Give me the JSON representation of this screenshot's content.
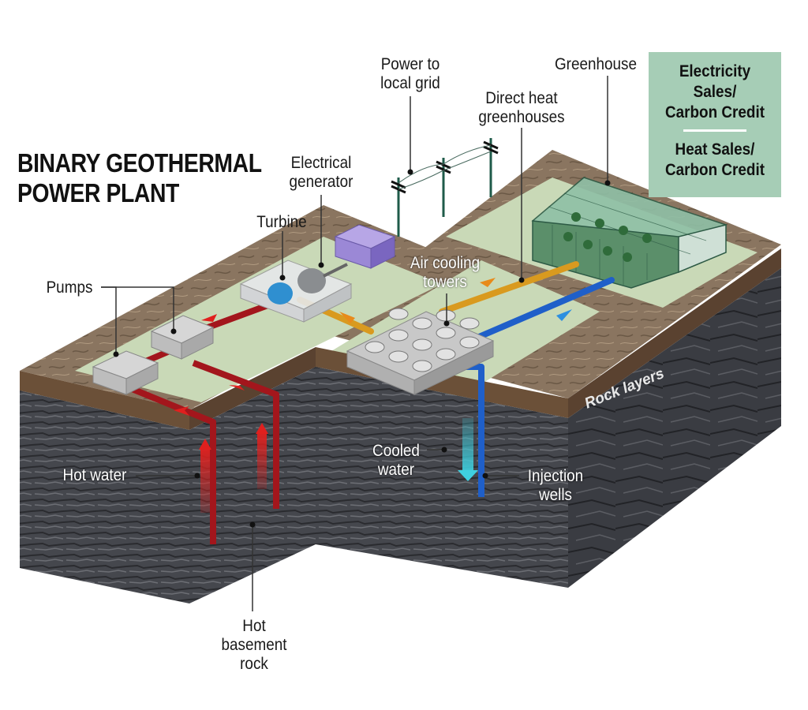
{
  "title": {
    "line1": "BINARY GEOTHERMAL",
    "line2": "POWER PLANT"
  },
  "sales_box": {
    "electricity": [
      "Electricity",
      "Sales/",
      "Carbon Credit"
    ],
    "heat": [
      "Heat Sales/",
      "Carbon Credit"
    ],
    "background_color": "#a6cdb6"
  },
  "labels": {
    "power_to_grid": [
      "Power to",
      "local grid"
    ],
    "greenhouse": "Greenhouse",
    "direct_heat": [
      "Direct heat",
      "greenhouses"
    ],
    "electrical_generator": [
      "Electrical",
      "generator"
    ],
    "turbine": "Turbine",
    "pumps": "Pumps",
    "air_cooling_towers": [
      "Air cooling",
      "towers"
    ],
    "hot_water": "Hot water",
    "cooled_water": [
      "Cooled",
      "water"
    ],
    "injection_wells": [
      "Injection",
      "wells"
    ],
    "rock_layers": "Rock layers",
    "hot_basement_rock": [
      "Hot",
      "basement",
      "rock"
    ]
  },
  "colors": {
    "hot_pipe": "#a3161c",
    "hot_arrow": "#e0201e",
    "heat_pipe": "#d99a1f",
    "cold_pipe": "#1f5fc9",
    "cooled_arrow": "#3fd0e0",
    "ground_grass": "#c9d9b7",
    "soil": "#6b5038",
    "rock": "#3d3f44",
    "generator_building": "#9b88d6"
  },
  "icons": {
    "flow_arrows": "arrow-icon",
    "cooling_fans": "fan-icon",
    "utility_poles": "power-pole-icon"
  }
}
